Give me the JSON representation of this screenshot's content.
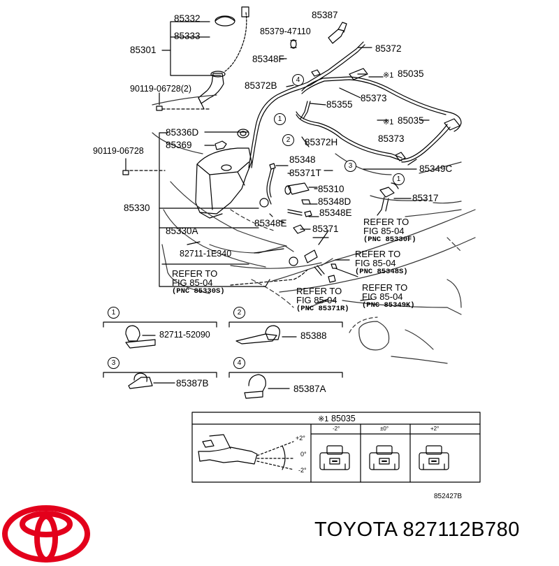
{
  "parts": {
    "p85332": "85332",
    "p85333": "85333",
    "p85301": "85301",
    "p85387": "85387",
    "p85379": "85379-47110",
    "p85372a": "85372",
    "p85348F": "85348F",
    "p85035a": "85035",
    "p85372B": "85372B",
    "p85373a": "85373",
    "p90119_2": "90119-06728(2)",
    "p85355": "85355",
    "p85035b": "85035",
    "p85336D": "85336D",
    "p85373b": "85373",
    "p85369": "85369",
    "p85372H": "85372H",
    "p90119": "90119-06728",
    "p85348": "85348",
    "p85349C": "85349C",
    "p85371T": "85371T",
    "p85310": "85310",
    "p85317": "85317",
    "p85348D": "85348D",
    "p85330": "85330",
    "p85348E_a": "85348E",
    "p85348E_b": "85348E",
    "p85371": "85371",
    "p85330A": "85330A",
    "p82711_1E340": "82711-1E340",
    "p82711_52090": "82711-52090",
    "p85388": "85388",
    "p85387B": "85387B",
    "p85387A": "85387A"
  },
  "marks": {
    "x1": "※1",
    "x1_table": "※1"
  },
  "refs": {
    "r1_line1": "REFER TO",
    "r1_line2": "FIG 85-04",
    "r1_pnc": "(PNC 85330F)",
    "r2_line1": "REFER TO",
    "r2_line2": "FIG 85-04",
    "r2_pnc": "(PNC 85348S)",
    "r3_line1": "REFER TO",
    "r3_line2": "FIG 85-04",
    "r3_pnc": "(PNC 85330S)",
    "r4_line1": "REFER TO",
    "r4_line2": "FIG 85-04",
    "r4_pnc": "(PNC 85371R)",
    "r5_line1": "REFER TO",
    "r5_line2": "FIG 85-04",
    "r5_pnc": "(PNC 85349K)"
  },
  "callouts": {
    "c1": "1",
    "c2": "2",
    "c3": "3",
    "c4": "4"
  },
  "legend": {
    "c1": "1",
    "c2": "2",
    "c3": "3",
    "c4": "4"
  },
  "table": {
    "title": "85035",
    "col1": "-2°",
    "col2": "±0°",
    "col3": "+2°",
    "ang_plus": "+2°",
    "ang_zero": "0°",
    "ang_minus": "-2°"
  },
  "diagram_code": "852427B",
  "brand": {
    "text": "TOYOTA 827112B780",
    "logo_color": "#e3001b"
  }
}
